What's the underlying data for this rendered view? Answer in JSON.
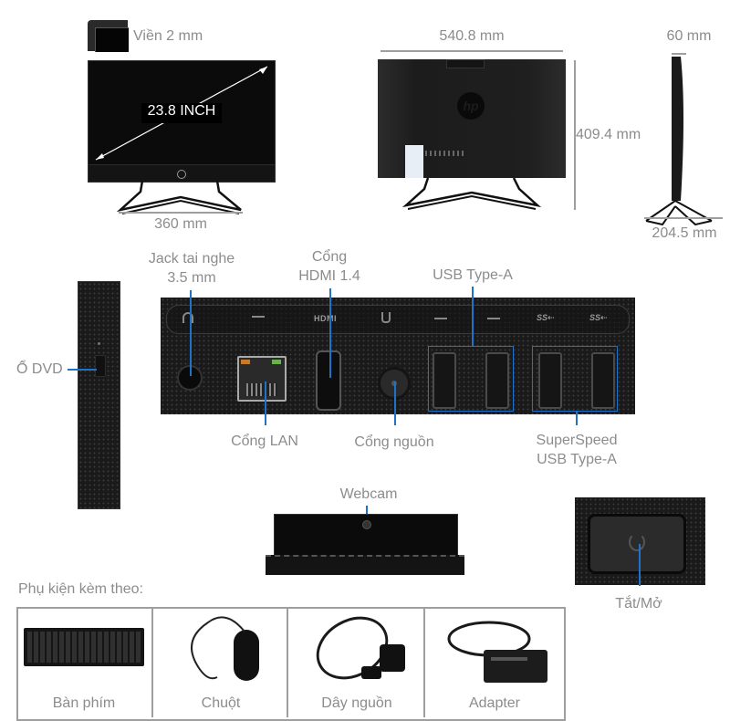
{
  "front_view": {
    "bezel_label": "Viền 2 mm",
    "screen_size_label": "23.8 INCH",
    "width_label": "360 mm"
  },
  "back_view": {
    "width_label": "540.8 mm",
    "height_label": "409.4 mm",
    "logo": "hp"
  },
  "side_view": {
    "depth_top_label": "60 mm",
    "depth_base_label": "204.5 mm"
  },
  "dvd": {
    "label": "Ổ DVD"
  },
  "ports": {
    "headphone_jack": {
      "line1": "Jack tai nghe",
      "line2": "3.5 mm"
    },
    "hdmi": {
      "line1": "Cổng",
      "line2": "HDMI 1.4",
      "panel_icon": "HDMI"
    },
    "usb_a": {
      "label": "USB Type-A"
    },
    "lan": {
      "label": "Cổng LAN"
    },
    "power": {
      "label": "Cổng nguồn"
    },
    "superspeed_usb": {
      "line1": "SuperSpeed",
      "line2": "USB Type-A"
    },
    "panel_icons": [
      "headphone-icon",
      "ethernet-icon",
      "hdmi-icon",
      "power-plug-icon",
      "usb-icon",
      "usb-icon",
      "usb-ss-icon",
      "usb-ss-icon"
    ]
  },
  "webcam": {
    "label": "Webcam"
  },
  "power_button": {
    "label": "Tắt/Mở"
  },
  "accessories": {
    "title": "Phụ kiện kèm theo:",
    "items": [
      {
        "label": "Bàn phím",
        "icon": "keyboard"
      },
      {
        "label": "Chuột",
        "icon": "mouse"
      },
      {
        "label": "Dây nguồn",
        "icon": "power-cord"
      },
      {
        "label": "Adapter",
        "icon": "power-adapter"
      }
    ]
  },
  "colors": {
    "callout_line": "#1e73c8",
    "label_text": "#8c8c8c",
    "dimension_line": "#9e9e9e",
    "device_black": "#0b0b0b"
  }
}
